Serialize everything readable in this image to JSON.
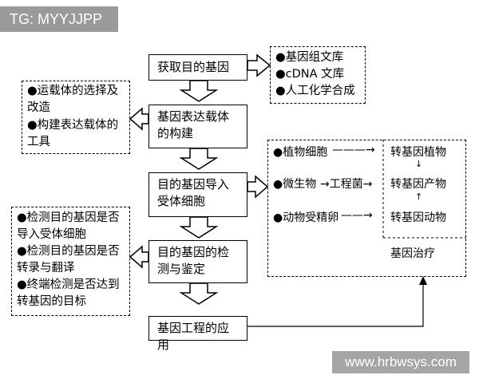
{
  "watermark_top": "TG: MYYJJPP",
  "watermark_bottom": "www.hrbwsys.com",
  "steps": [
    "获取目的基因",
    "基因表达载体的构建",
    "目的基因导入受体细胞",
    "目的基因的检测与鉴定",
    "基因工程的应用"
  ],
  "gene_sources": [
    "●基因组文库",
    "●cDNA 文库",
    "●人工化学合成"
  ],
  "vector_notes": [
    "●运载体的选择及改造",
    "●构建表达载体的工具"
  ],
  "detection_notes": [
    "●检测目的基因是否导入受体细胞",
    "●检测目的基因是否转录与翻译",
    "●终端检测是否达到转基因的目标"
  ],
  "recipients": [
    {
      "host": "●植物细胞",
      "arrow": "———→",
      "result": "转基因植物"
    },
    {
      "host": "●微生物",
      "arrow": "→工程菌→",
      "result": "转基因产物"
    },
    {
      "host": "●动物受精卵",
      "arrow": "——→",
      "result": "转基因动物"
    }
  ],
  "down_arrow": "↓",
  "up_arrow": "↑",
  "therapy": "基因治疗"
}
